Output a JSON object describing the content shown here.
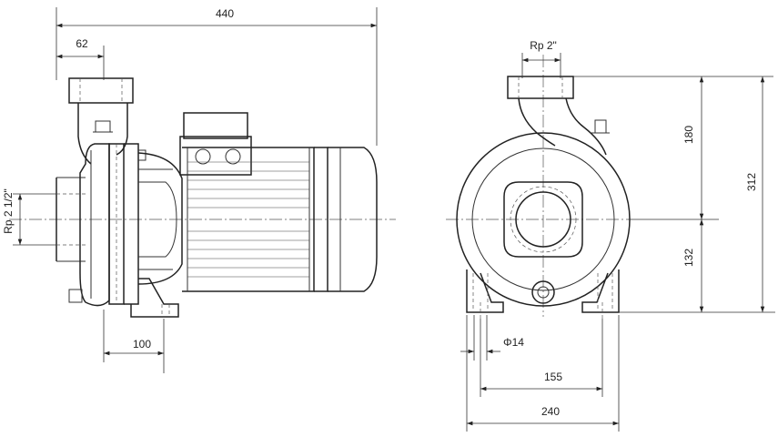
{
  "drawing": {
    "side_view": {
      "overall_length": "440",
      "inlet_to_flange": "62",
      "inlet_thread": "Rp 2 1/2\"",
      "foot_length": "100"
    },
    "front_view": {
      "outlet_thread": "Rp 2\"",
      "height_above_axis": "180",
      "height_below_axis": "132",
      "total_height": "312",
      "bolt_hole": "Φ14",
      "bolt_spacing": "155",
      "base_width": "240"
    },
    "colors": {
      "line": "#333333",
      "background": "#ffffff"
    }
  }
}
